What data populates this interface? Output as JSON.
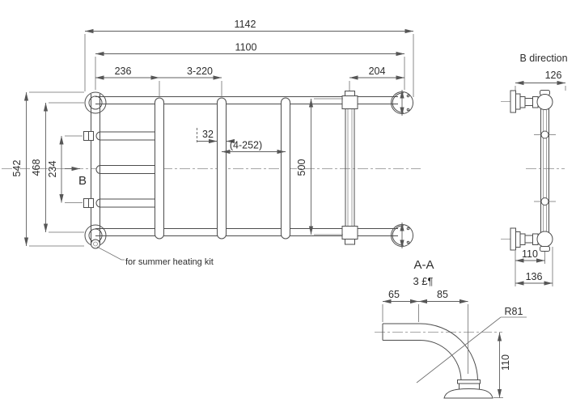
{
  "colors": {
    "background": "#ffffff",
    "line": "#4d4d4d",
    "dimension": "#5f5f5f",
    "text": "#2d2d2d"
  },
  "front_view": {
    "dim_overall_width": "1142",
    "dim_inner_width": "1100",
    "dim_left_offset": "236",
    "dim_rail_spacing": "3-220",
    "dim_right_offset": "204",
    "dim_tube_diameter": "32",
    "dim_rail_span": "(4-252)",
    "dim_vertical_span": "500",
    "dim_overall_height": "542",
    "dim_inner_height": "468",
    "dim_bracket_spacing": "234",
    "view_arrow_label": "B",
    "note": "for summer heating kit"
  },
  "b_direction_view": {
    "title": "B direction",
    "dim_top_width": "126",
    "dim_bottom_width": "110",
    "dim_overall_depth": "136"
  },
  "section_view": {
    "title": "A-A",
    "subtitle": "3 £¶",
    "dim_straight": "65",
    "dim_bend_offset": "85",
    "dim_radius": "R81",
    "dim_height": "110"
  }
}
